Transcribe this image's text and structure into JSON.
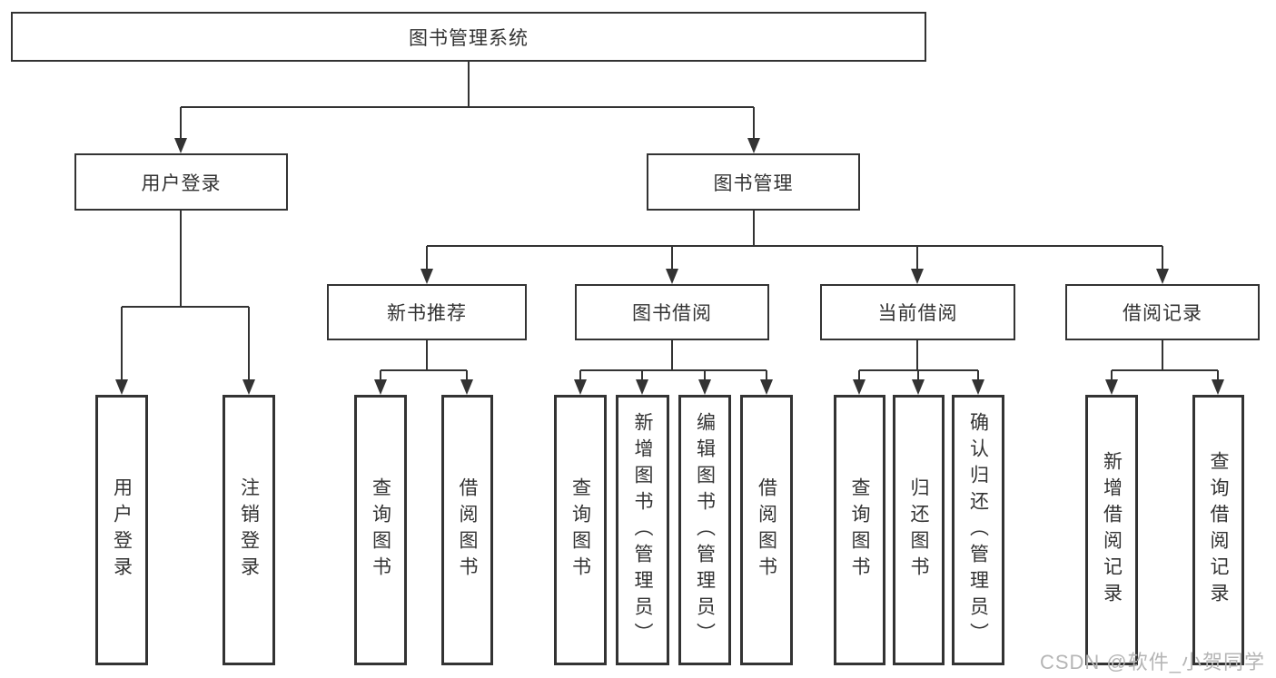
{
  "nodes": {
    "root": "图书管理系统",
    "user_login": "用户登录",
    "book_mgmt": "图书管理",
    "new_book_rec": "新书推荐",
    "book_borrow": "图书借阅",
    "current_borrow": "当前借阅",
    "borrow_records": "借阅记录",
    "leaf_user_login": "用户登录",
    "leaf_logout": "注销登录",
    "leaf_nbr_query_books": "查询图书",
    "leaf_nbr_borrow_books": "借阅图书",
    "leaf_bb_query_books": "查询图书",
    "leaf_bb_add_books": "新增图书（管理员）",
    "leaf_bb_edit_books": "编辑图书（管理员）",
    "leaf_bb_borrow_books": "借阅图书",
    "leaf_cb_query_books": "查询图书",
    "leaf_cb_return_books": "归还图书",
    "leaf_cb_confirm_return": "确认归还（管理员）",
    "leaf_br_add_record": "新增借阅记录",
    "leaf_br_query_record": "查询借阅记录"
  },
  "watermark": "CSDN @软件_小贺同学",
  "colors": {
    "line": "#333333",
    "text": "#333333",
    "watermark": "#b5b5b5",
    "background": "#ffffff"
  }
}
